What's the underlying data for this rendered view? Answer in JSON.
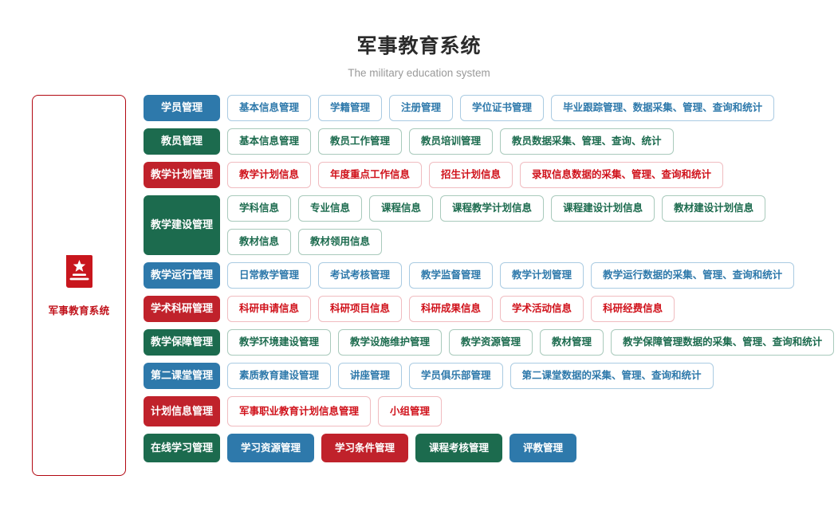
{
  "header": {
    "title": "军事教育系统",
    "subtitle": "The military education system"
  },
  "sidebar": {
    "icon": "book-star-icon",
    "title": "军事教育系统",
    "accent_color": "#c0111a",
    "border_color": "#b20711"
  },
  "colors": {
    "blue": "#2e79ab",
    "green": "#1c6b4e",
    "red": "#c0222b",
    "blue_border": "#aacbe2",
    "green_border": "#a9cabc",
    "red_border": "#f0bcc0",
    "red_text": "#d0121b",
    "background": "#ffffff",
    "title_text": "#2b2b2b",
    "subtitle_text": "#9a9a9a"
  },
  "rows": [
    {
      "category": "学员管理",
      "color": "blue",
      "style": "normal",
      "lines": [
        [
          {
            "label": "基本信息管理",
            "color": "blue",
            "filled": false
          },
          {
            "label": "学籍管理",
            "color": "blue",
            "filled": false
          },
          {
            "label": "注册管理",
            "color": "blue",
            "filled": false
          },
          {
            "label": "学位证书管理",
            "color": "blue",
            "filled": false
          },
          {
            "label": "毕业跟踪管理、数据采集、管理、查询和统计",
            "color": "blue",
            "filled": false
          }
        ]
      ]
    },
    {
      "category": "教员管理",
      "color": "green",
      "style": "normal",
      "lines": [
        [
          {
            "label": "基本信息管理",
            "color": "green",
            "filled": false
          },
          {
            "label": "教员工作管理",
            "color": "green",
            "filled": false
          },
          {
            "label": "教员培训管理",
            "color": "green",
            "filled": false
          },
          {
            "label": "教员数据采集、管理、查询、统计",
            "color": "green",
            "filled": false
          }
        ]
      ]
    },
    {
      "category": "教学计划管理",
      "color": "red",
      "style": "normal",
      "lines": [
        [
          {
            "label": "教学计划信息",
            "color": "red",
            "filled": false
          },
          {
            "label": "年度重点工作信息",
            "color": "red",
            "filled": false
          },
          {
            "label": "招生计划信息",
            "color": "red",
            "filled": false
          },
          {
            "label": "录取信息数据的采集、管理、查询和统计",
            "color": "red",
            "filled": false
          }
        ]
      ]
    },
    {
      "category": "教学建设管理",
      "color": "green",
      "style": "normal",
      "lines": [
        [
          {
            "label": "学科信息",
            "color": "green",
            "filled": false
          },
          {
            "label": "专业信息",
            "color": "green",
            "filled": false
          },
          {
            "label": "课程信息",
            "color": "green",
            "filled": false
          },
          {
            "label": "课程教学计划信息",
            "color": "green",
            "filled": false
          },
          {
            "label": "课程建设计划信息",
            "color": "green",
            "filled": false
          },
          {
            "label": "教材建设计划信息",
            "color": "green",
            "filled": false
          }
        ],
        [
          {
            "label": "教材信息",
            "color": "green",
            "filled": false
          },
          {
            "label": "教材领用信息",
            "color": "green",
            "filled": false
          }
        ]
      ]
    },
    {
      "category": "教学运行管理",
      "color": "blue",
      "style": "normal",
      "lines": [
        [
          {
            "label": "日常教学管理",
            "color": "blue",
            "filled": false
          },
          {
            "label": "考试考核管理",
            "color": "blue",
            "filled": false
          },
          {
            "label": "教学监督管理",
            "color": "blue",
            "filled": false
          },
          {
            "label": "教学计划管理",
            "color": "blue",
            "filled": false
          },
          {
            "label": "教学运行数据的采集、管理、查询和统计",
            "color": "blue",
            "filled": false
          }
        ]
      ]
    },
    {
      "category": "学术科研管理",
      "color": "red",
      "style": "normal",
      "lines": [
        [
          {
            "label": "科研申请信息",
            "color": "red",
            "filled": false
          },
          {
            "label": "科研项目信息",
            "color": "red",
            "filled": false
          },
          {
            "label": "科研成果信息",
            "color": "red",
            "filled": false
          },
          {
            "label": "学术活动信息",
            "color": "red",
            "filled": false
          },
          {
            "label": "科研经费信息",
            "color": "red",
            "filled": false
          }
        ]
      ]
    },
    {
      "category": "教学保障管理",
      "color": "green",
      "style": "normal",
      "lines": [
        [
          {
            "label": "教学环境建设管理",
            "color": "green",
            "filled": false
          },
          {
            "label": "教学设施维护管理",
            "color": "green",
            "filled": false
          },
          {
            "label": "教学资源管理",
            "color": "green",
            "filled": false
          },
          {
            "label": "教材管理",
            "color": "green",
            "filled": false
          },
          {
            "label": "教学保障管理数据的采集、管理、查询和统计",
            "color": "green",
            "filled": false
          }
        ]
      ]
    },
    {
      "category": "第二课堂管理",
      "color": "blue",
      "style": "normal",
      "lines": [
        [
          {
            "label": "素质教育建设管理",
            "color": "blue",
            "filled": false
          },
          {
            "label": "讲座管理",
            "color": "blue",
            "filled": false
          },
          {
            "label": "学员俱乐部管理",
            "color": "blue",
            "filled": false
          },
          {
            "label": "第二课堂数据的采集、管理、查询和统计",
            "color": "blue",
            "filled": false
          }
        ]
      ]
    },
    {
      "category": "计划信息管理",
      "color": "red",
      "style": "tall",
      "lines": [
        [
          {
            "label": "军事职业教育计划信息管理",
            "color": "red",
            "filled": false
          },
          {
            "label": "小组管理",
            "color": "red",
            "filled": false
          }
        ]
      ]
    },
    {
      "category": "在线学习管理",
      "color": "green",
      "style": "lastrow",
      "lines": [
        [
          {
            "label": "学习资源管理",
            "color": "blue",
            "filled": true
          },
          {
            "label": "学习条件管理",
            "color": "red",
            "filled": true
          },
          {
            "label": "课程考核管理",
            "color": "green",
            "filled": true
          },
          {
            "label": "评教管理",
            "color": "blue",
            "filled": true
          }
        ]
      ]
    }
  ]
}
